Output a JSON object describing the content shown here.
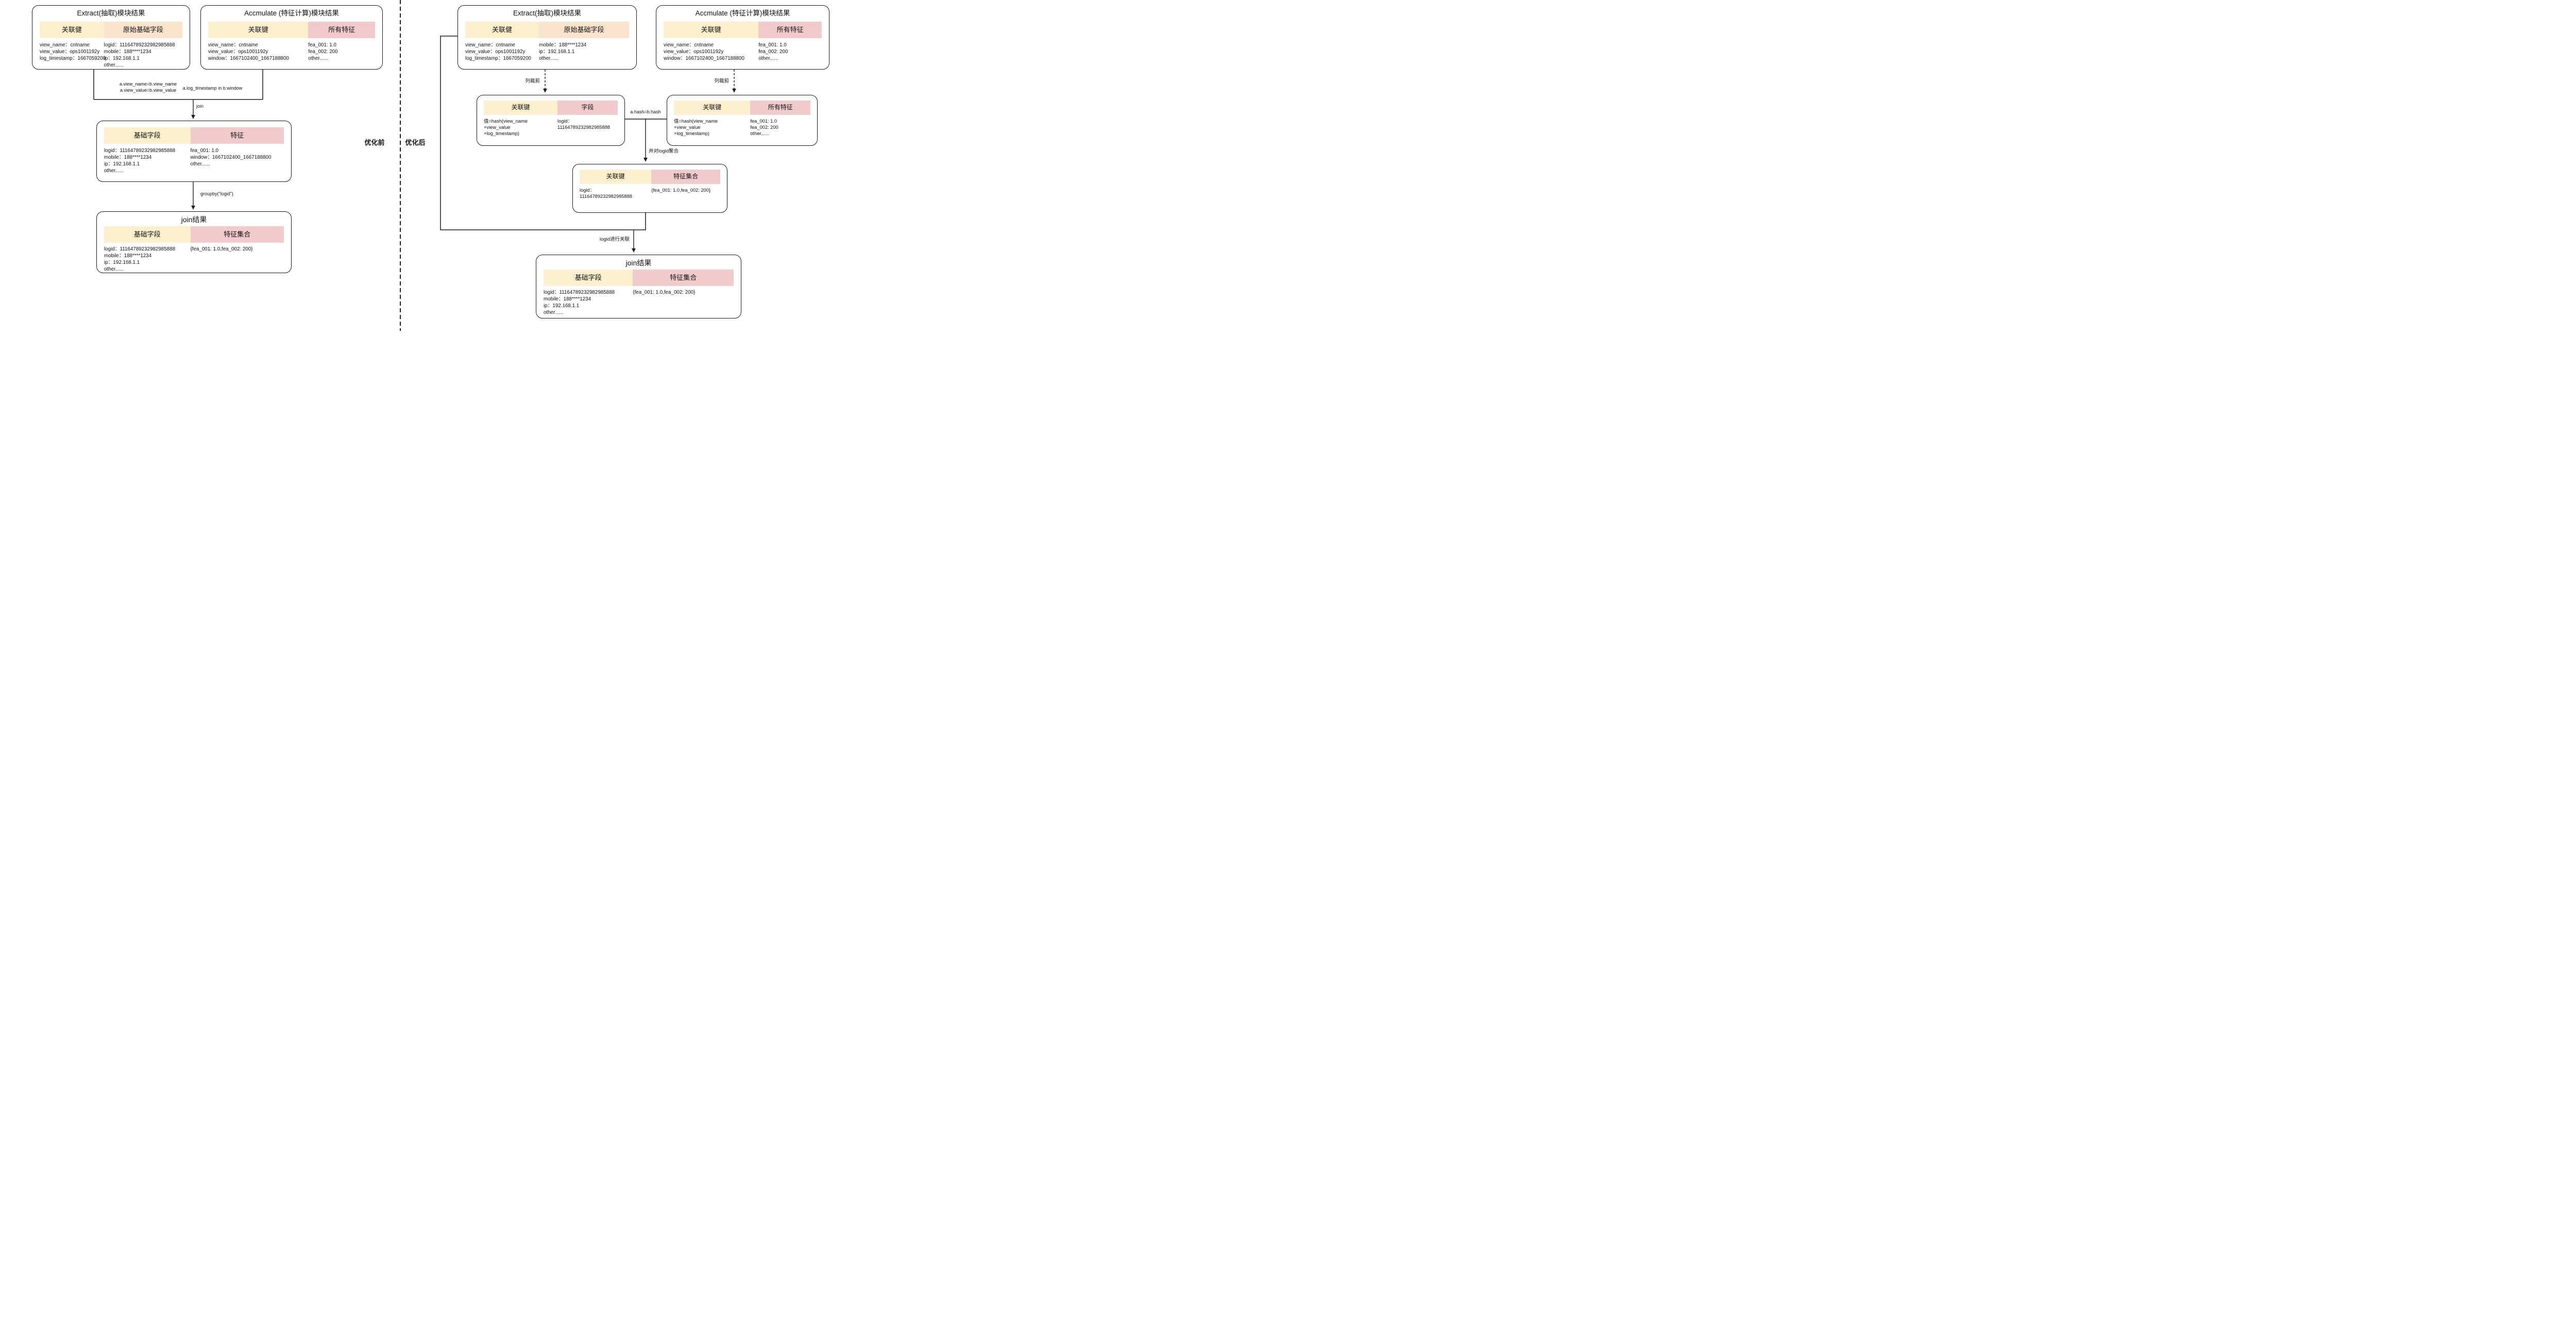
{
  "colors": {
    "key_header": "#fcefcd",
    "raw_fields_header": "#fae3cd",
    "feature_header": "#f1cbcb",
    "line": "#1c1c1c",
    "background": "#ffffff"
  },
  "sections": {
    "before_label": "优化前",
    "after_label": "优化后"
  },
  "boxes": {
    "extract_left": {
      "title": "Extract(抽取)模块结果",
      "col1_header": "关联健",
      "col2_header": "原始基础字段",
      "col1_rows": [
        "view_name：cntname",
        "view_value：ops1001192y",
        "log_timestamp：1667059200"
      ],
      "col2_rows": [
        "logid：11164789232982985888",
        "mobile：188****1234",
        "ip：192.168.1.1",
        "other......"
      ]
    },
    "accumulate_left": {
      "title": "Accmulate (特征计算)模块结果",
      "col1_header": "关联键",
      "col2_header": "所有特征",
      "col1_rows": [
        "view_name：cntname",
        "view_value：ops1001192y",
        "window：1667102400_1667188800"
      ],
      "col2_rows": [
        "fea_001: 1.0",
        "fea_002: 200",
        "other......"
      ]
    },
    "joined_middle_left": {
      "col1_header": "基础字段",
      "col2_header": "特征",
      "col1_rows": [
        "logid：11164789232982985888",
        "mobile：188****1234",
        "ip：192.168.1.1",
        "other......"
      ],
      "col2_rows": [
        "fea_001: 1.0",
        "window：1667102400_1667188800",
        "other......"
      ]
    },
    "join_result_left": {
      "title": "join结果",
      "col1_header": "基础字段",
      "col2_header": "特征集合",
      "col1_rows": [
        "logid：11164789232982985888",
        "mobile：188****1234",
        "ip：192.168.1.1",
        "other......"
      ],
      "col2_rows": [
        "{fea_001: 1.0,fea_002: 200}"
      ]
    },
    "extract_right": {
      "title": "Extract(抽取)模块结果",
      "col1_header": "关联健",
      "col2_header": "原始基础字段",
      "col1_rows": [
        "view_name：cntname",
        "view_value：ops1001192y",
        "log_timestamp：1667059200"
      ],
      "col2_rows": [
        "mobile：188****1234",
        "ip：192.168.1.1",
        "other......"
      ]
    },
    "accumulate_right": {
      "title": "Accmulate (特征计算)模块结果",
      "col1_header": "关联键",
      "col2_header": "所有特征",
      "col1_rows": [
        "view_name：cntname",
        "view_value：ops1001192y",
        "window：1667102400_1667188800"
      ],
      "col2_rows": [
        "fea_001: 1.0",
        "fea_002: 200",
        "other......"
      ]
    },
    "hash_left": {
      "col1_header": "关联键",
      "col2_header": "字段",
      "col1_rows": [
        "值=hash(view_name",
        "+view_value",
        "+log_timestamp)"
      ],
      "col2_rows": [
        "logid：",
        "11164789232982985888"
      ]
    },
    "hash_right": {
      "col1_header": "关联键",
      "col2_header": "所有特征",
      "col1_rows": [
        "值=hash(view_name",
        "+view_value",
        "+log_timestamp)"
      ],
      "col2_rows": [
        "fea_001: 1.0",
        "fea_002: 200",
        "other......"
      ]
    },
    "aggregated_right": {
      "col1_header": "关联键",
      "col2_header": "特征集合",
      "col1_rows": [
        "logid：",
        "11164789232982985888"
      ],
      "col2_rows": [
        "{fea_001: 1.0,fea_002: 200}"
      ]
    },
    "join_result_right": {
      "title": "join结果",
      "col1_header": "基础字段",
      "col2_header": "特征集合",
      "col1_rows": [
        "logid：11164789232982985888",
        "mobile：188****1234",
        "ip：192.168.1.1",
        "other......"
      ],
      "col2_rows": [
        "{fea_001: 1.0,fea_002: 200}"
      ]
    }
  },
  "edge_labels": {
    "join_condition_1": "a.view_name=b.view_name\na.view_value=b.view_value",
    "join_condition_2": "a.log_timestamp in b.window",
    "join": "join",
    "groupby": "groupby(\"logid\")",
    "column_prune_1": "列裁剪",
    "column_prune_2": "列裁剪",
    "hash_join": "a.hash=b.hash",
    "aggregate": "并对logid聚合",
    "logid_join": "logid进行关联"
  }
}
